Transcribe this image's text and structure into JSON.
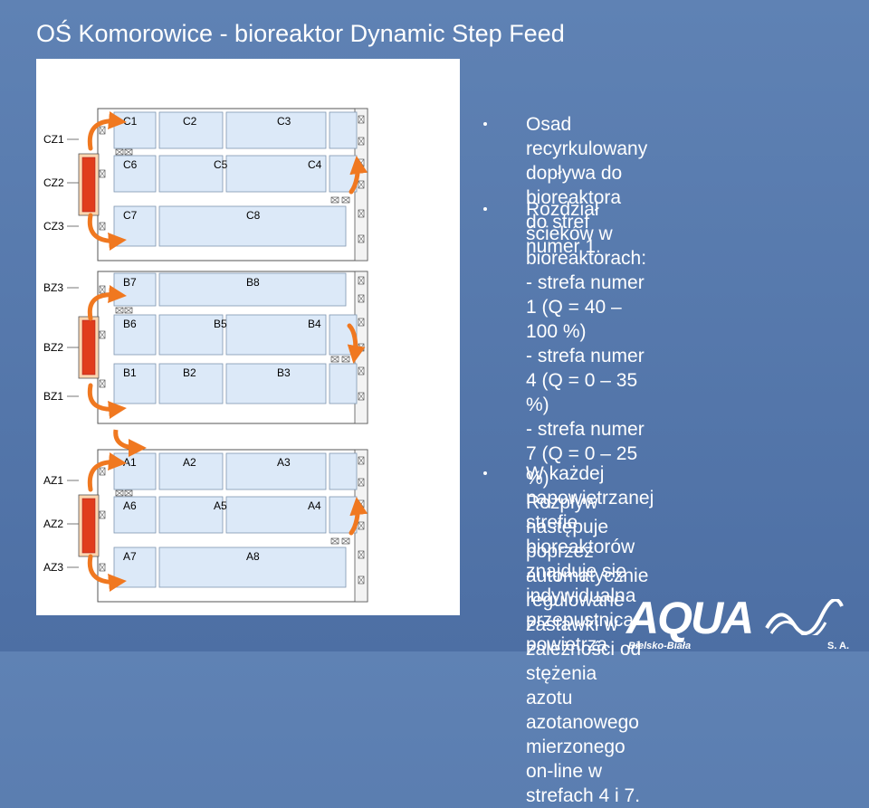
{
  "title": "OŚ Komorowice   - bioreaktor Dynamic Step Feed",
  "colors": {
    "background": "#5878ad",
    "arrow": "#f07820",
    "chamber": "#dce9f8",
    "inlet_red": "#e03c1c"
  },
  "diagram": {
    "group_c": {
      "zones": [
        "CZ1",
        "CZ2",
        "CZ3"
      ],
      "row1": [
        "C1",
        "C2",
        "C3"
      ],
      "row2": [
        "C6",
        "C5",
        "C4"
      ],
      "row3": [
        "C7",
        "C8"
      ]
    },
    "group_b": {
      "zones": [
        "BZ3",
        "BZ2",
        "BZ1"
      ],
      "row1": [
        "B7",
        "B8"
      ],
      "row2": [
        "B6",
        "B5",
        "B4"
      ],
      "row3": [
        "B1",
        "B2",
        "B3"
      ]
    },
    "group_a": {
      "zones": [
        "AZ1",
        "AZ2",
        "AZ3"
      ],
      "row1": [
        "A1",
        "A2",
        "A3"
      ],
      "row2": [
        "A6",
        "A5",
        "A4"
      ],
      "row3": [
        "A7",
        "A8"
      ]
    }
  },
  "bullets": [
    {
      "text": "Osad recyrkulowany dopływa do\nbioreaktora do stref numer 1."
    },
    {
      "text": "Rozdział ścieków w bioreaktorach:\n- strefa numer 1 (Q = 40 – 100 %)\n- strefa numer 4 (Q = 0 – 35 %)\n- strefa numer 7 (Q = 0 – 25 %)\nRozpływ następuje poprzez\nautomatycznie regulowane\nzastawki w zależności od stężenia\nazotu azotanowego mierzonego\non-line w strefach 4 i 7."
    },
    {
      "text": "W każdej napowietrzanej strefie\nbioreaktorów znajduje się\nindywidualna przepustnica\npowietrza"
    }
  ],
  "logo": {
    "name": "AQUA",
    "sub": "Bielsko-Biała",
    "suffix": "S. A."
  }
}
